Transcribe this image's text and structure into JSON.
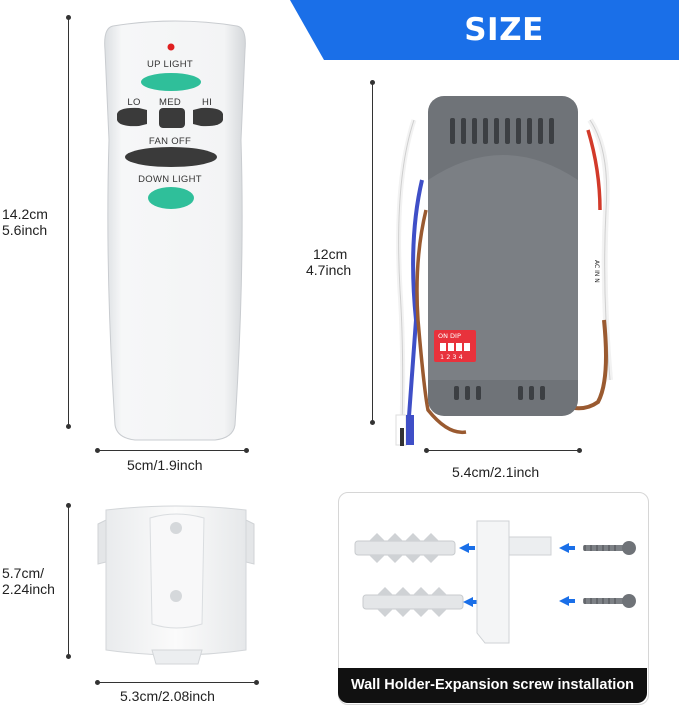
{
  "banner": {
    "title": "SIZE INFORMATION",
    "color": "#1a6fe8"
  },
  "remote": {
    "labels": {
      "up_light": "UP LIGHT",
      "lo": "LO",
      "med": "MED",
      "hi": "HI",
      "fan_off": "FAN OFF",
      "down_light": "DOWN LIGHT"
    },
    "height_cm": "14.2cm",
    "height_in": "5.6inch",
    "width": "5cm/1.9inch"
  },
  "receiver": {
    "height_cm": "12cm",
    "height_in": "4.7inch",
    "width": "5.4cm/2.1inch",
    "dip_label": "ON DIP",
    "dip_numbers": "1 2 3 4",
    "wire_label": "AC IN N"
  },
  "holder": {
    "height_1": "5.7cm/",
    "height_2": "2.24inch",
    "width": "5.3cm/2.08inch"
  },
  "install": {
    "caption": "Wall Holder-Expansion screw installation"
  },
  "colors": {
    "button_green": "#2fbf9a",
    "button_dark": "#3a3a3a",
    "receiver_body": "#6f7378",
    "dip_red": "#e8323c",
    "arrow_blue": "#1a6fe8"
  }
}
